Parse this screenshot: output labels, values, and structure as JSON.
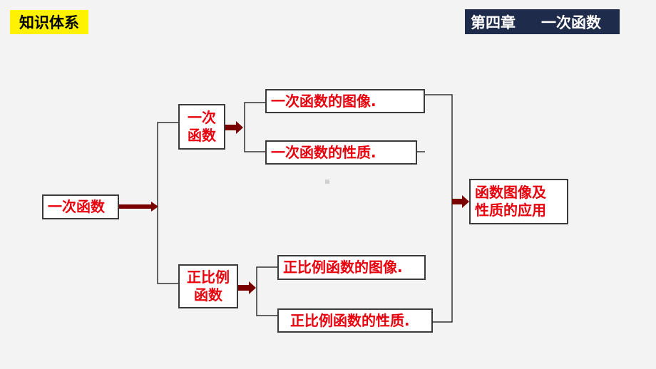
{
  "header": {
    "section_label": "知识体系",
    "chapter": "第四章",
    "chapter_title": "一次函数"
  },
  "diagram": {
    "root": "一次函数",
    "branch_linear": "一次\n函数",
    "branch_proportional": "正比例\n函数",
    "linear_graph": "一次函数的图像.",
    "linear_properties": "一次函数的性质.",
    "prop_graph": "正比例函数的图像.",
    "prop_properties": "正比例函数的性质.",
    "result": "函数图像及\n性质的应用"
  },
  "colors": {
    "highlight": "#fff200",
    "chapter_bg": "#1f2b4a",
    "text_red": "#e8000d",
    "arrow": "#7a0000"
  }
}
